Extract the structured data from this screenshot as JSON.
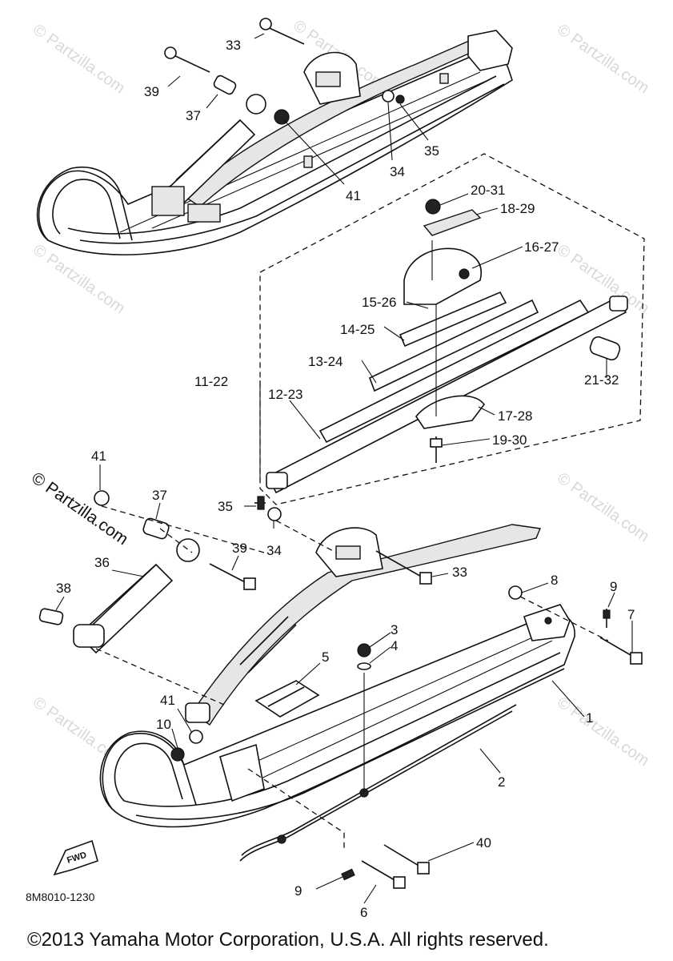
{
  "watermark": "© Partzilla.com",
  "figure_code": "8M8010-1230",
  "fwd_label": "FWD",
  "copyright": "©2013  Yamaha Motor Corporation, U.S.A. All rights reserved.",
  "callouts": {
    "c33_top": "33",
    "c39_top": "39",
    "c37_top": "37",
    "c35_top": "35",
    "c34_top": "34",
    "c41_top": "41",
    "c20_31": "20-31",
    "c18_29": "18-29",
    "c16_27": "16-27",
    "c15_26": "15-26",
    "c14_25": "14-25",
    "c13_24": "13-24",
    "c11_22": "11-22",
    "c12_23": "12-23",
    "c21_32": "21-32",
    "c17_28": "17-28",
    "c19_30": "19-30",
    "c41_mid": "41",
    "c37_mid": "37",
    "c35_mid": "35",
    "c34_mid": "34",
    "c36": "36",
    "c39_mid": "39",
    "c38": "38",
    "c33_mid": "33",
    "c8": "8",
    "c9_right": "9",
    "c7": "7",
    "c3": "3",
    "c4": "4",
    "c5": "5",
    "c1": "1",
    "c41_low": "41",
    "c10": "10",
    "c2": "2",
    "c40": "40",
    "c9_low": "9",
    "c6": "6"
  }
}
